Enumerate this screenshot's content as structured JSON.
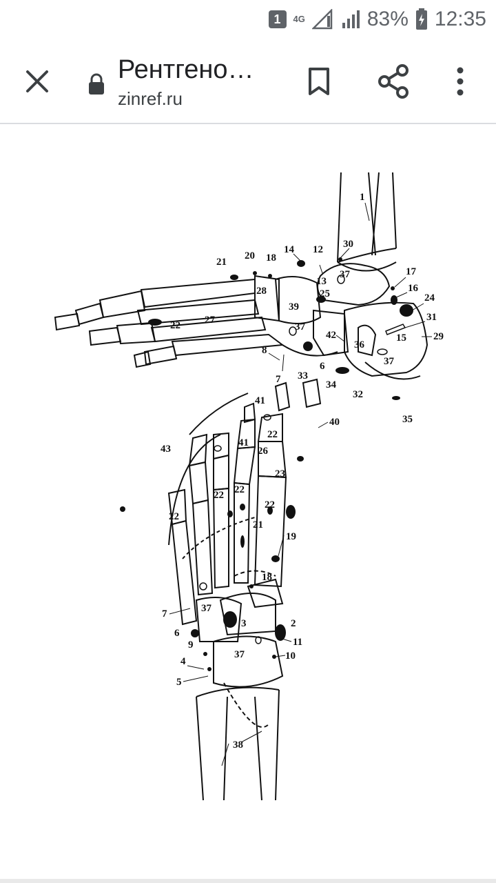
{
  "status_bar": {
    "notification_badge": "1",
    "network": "4G",
    "battery": "83%",
    "time": "12:35"
  },
  "toolbar": {
    "title": "Рентгено…",
    "url": "zinref.ru",
    "icons": [
      "close-icon",
      "lock-icon",
      "bookmark-icon",
      "share-icon",
      "more-icon"
    ]
  },
  "figure_labels": {
    "lateral": [
      "1",
      "30",
      "12",
      "14",
      "13",
      "37",
      "18",
      "20",
      "21",
      "28",
      "25",
      "17",
      "16",
      "24",
      "31",
      "39",
      "37",
      "22",
      "27",
      "42",
      "36",
      "15",
      "29",
      "8",
      "6",
      "37",
      "7",
      "33",
      "34",
      "32",
      "35"
    ],
    "dorsal": [
      "41",
      "40",
      "22",
      "43",
      "41",
      "26",
      "23",
      "22",
      "22",
      "22",
      "22",
      "21",
      "19",
      "18",
      "7",
      "37",
      "6",
      "3",
      "2",
      "9",
      "11",
      "37",
      "10",
      "4",
      "5",
      "38"
    ]
  },
  "colors": {
    "background": "#ffffff",
    "ink": "#111111",
    "toolbar_border": "#dadce0"
  }
}
